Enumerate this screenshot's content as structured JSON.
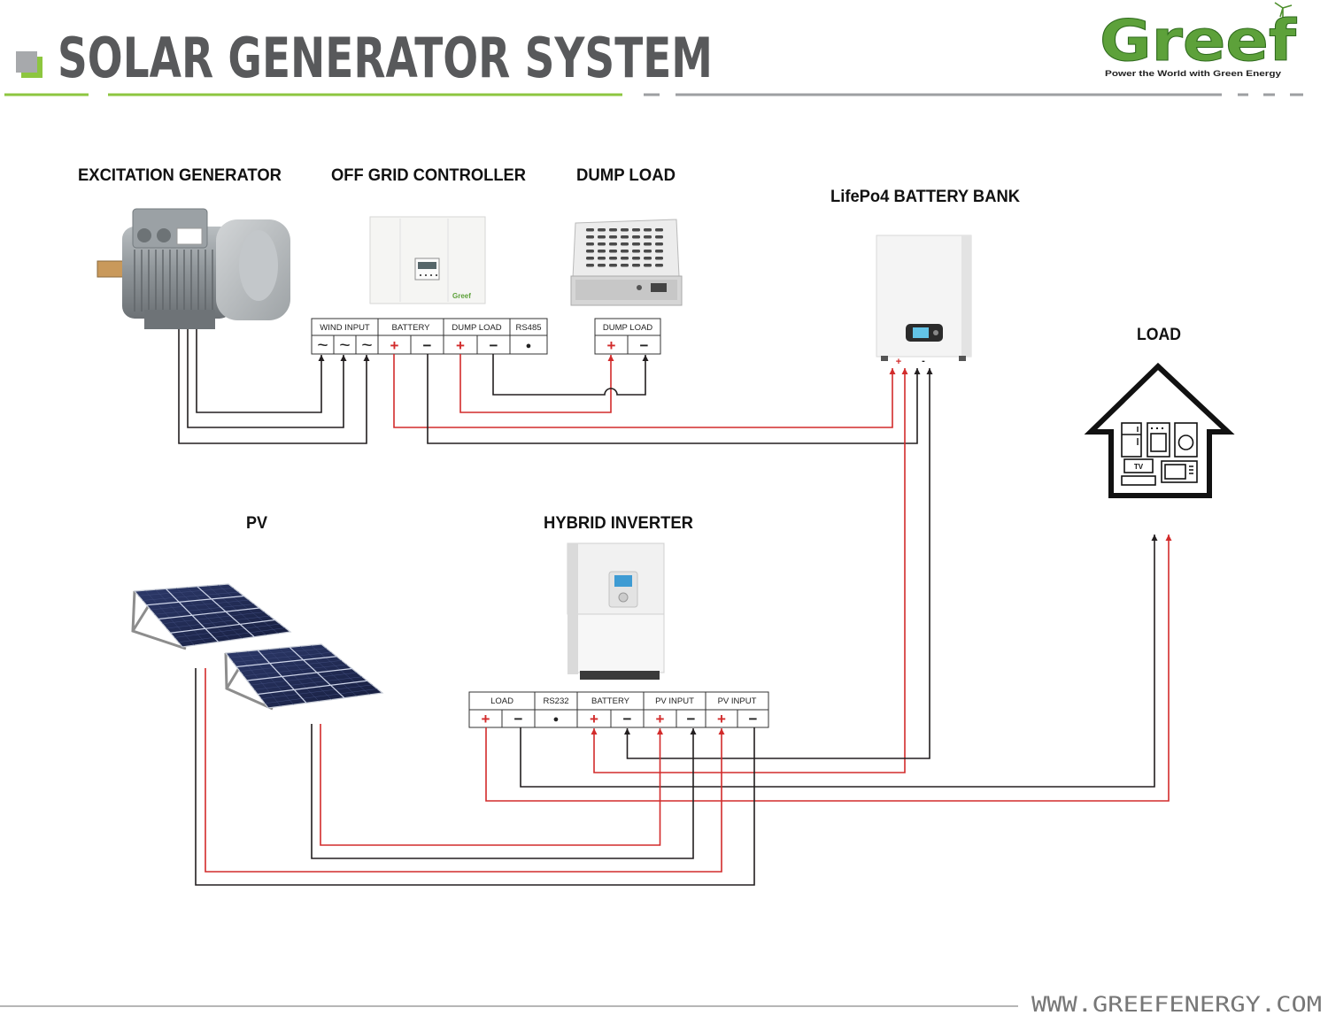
{
  "header": {
    "title": "SOLAR GENERATOR SYSTEM"
  },
  "logo": {
    "name": "Greef",
    "tagline": "Power the World with Green Energy"
  },
  "components": {
    "excitation_generator": "EXCITATION GENERATOR",
    "off_grid_controller": "OFF GRID CONTROLLER",
    "dump_load": "DUMP LOAD",
    "battery_bank": "LifePo4 BATTERY BANK",
    "load": "LOAD",
    "pv": "PV",
    "hybrid_inverter": "HYBRID INVERTER"
  },
  "controller_terminals": {
    "groups": [
      "WIND INPUT",
      "BATTERY",
      "DUMP LOAD",
      "RS485"
    ],
    "symbols": [
      "~",
      "~",
      "~",
      "+",
      "−",
      "+",
      "−",
      "●"
    ]
  },
  "dump_load_terminals": {
    "group": "DUMP LOAD",
    "symbols": [
      "+",
      "−"
    ]
  },
  "inverter_terminals": {
    "groups": [
      "LOAD",
      "RS232",
      "BATTERY",
      "PV INPUT",
      "PV INPUT"
    ],
    "symbols": [
      "+",
      "−",
      "●",
      "+",
      "−",
      "+",
      "−",
      "+",
      "−"
    ]
  },
  "battery_terminals": {
    "positive": "+",
    "negative": "-"
  },
  "device_labels": {
    "controller_brand": "Greef",
    "tv": "TV"
  },
  "footer": {
    "url": "WWW.GREEFENERGY.COM"
  },
  "colors": {
    "positive_wire": "#d22b2b",
    "negative_wire": "#231f20",
    "brand_green": "#8dc63f",
    "logo_green": "#5da13a",
    "title_gray": "#58595b",
    "rule_gray": "#9d9fa2"
  }
}
